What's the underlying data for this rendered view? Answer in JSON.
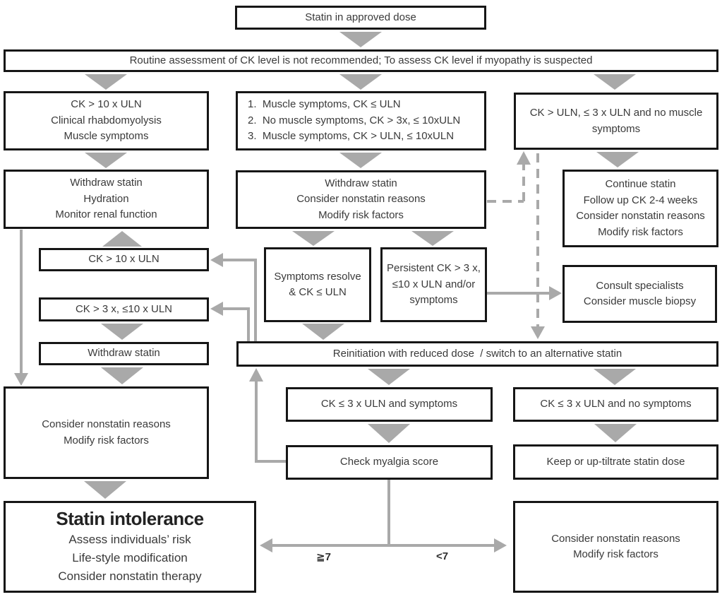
{
  "diagram": {
    "type": "flowchart",
    "topic": "Statin intolerance / CK level management algorithm"
  },
  "colors": {
    "arrow_gray": "#a9a9a9",
    "box_border": "#161616",
    "text": "#3a3a3a",
    "background": "#ffffff"
  },
  "nodes": {
    "statin_approved": {
      "text": "Statin in approved dose"
    },
    "routine_banner": {
      "text": "Routine assessment of CK level is not recommended; To assess CK level if myopathy is suspected"
    },
    "rhabdo": {
      "l1": "CK > 10 x ULN",
      "l2": "Clinical rhabdomyolysis",
      "l3": "Muscle symptoms"
    },
    "triage": {
      "l1": "1.  Muscle symptoms, CK ≤ ULN",
      "l2": "2.  No muscle symptoms, CK > 3x, ≤ 10xULN",
      "l3": "3.  Muscle symptoms, CK > ULN, ≤ 10xULN"
    },
    "ck_uln_no_muscle": {
      "text": "CK > ULN, ≤ 3 x ULN and no muscle symptoms"
    },
    "withdraw_hydration": {
      "l1": "Withdraw statin",
      "l2": "Hydration",
      "l3": "Monitor renal function"
    },
    "withdraw_consider": {
      "l1": "Withdraw statin",
      "l2": "Consider nonstatin reasons",
      "l3": "Modify risk factors"
    },
    "continue_statin": {
      "l1": "Continue statin",
      "l2": "Follow up CK 2-4 weeks",
      "l3": "Consider nonstatin reasons",
      "l4": "Modify risk factors"
    },
    "ck10": {
      "text": "CK > 10 x ULN"
    },
    "ck3_10": {
      "text": "CK > 3 x, ≤10 x ULN"
    },
    "withdraw_small": {
      "text": "Withdraw statin"
    },
    "symptoms_resolve": {
      "text": "Symptoms resolve & CK ≤ ULN"
    },
    "persistent_ck": {
      "text": "Persistent CK > 3 x, ≤10 x ULN and/or symptoms"
    },
    "consult": {
      "l1": "Consult specialists",
      "l2": "Consider muscle biopsy"
    },
    "reinitiation": {
      "text": "Reinitiation with reduced dose  / switch to an alternative statin"
    },
    "ck3_symptoms": {
      "text": "CK ≤ 3 x ULN and symptoms"
    },
    "ck3_no_symptoms": {
      "text": "CK ≤ 3 x ULN and no symptoms"
    },
    "myalgia": {
      "text": "Check myalgia score"
    },
    "keep_dose": {
      "text": "Keep or up-tiltrate statin dose"
    },
    "nonstatin_left": {
      "l1": "Consider nonstatin reasons",
      "l2": "Modify risk factors"
    },
    "intolerance": {
      "title": "Statin intolerance",
      "l1": "Assess individuals’ risk",
      "l2": "Life-style modification",
      "l3": "Consider nonstatin therapy"
    },
    "nonstatin_right": {
      "l1": "Consider nonstatin reasons",
      "l2": "Modify risk factors"
    }
  },
  "branch_labels": {
    "ge7": "≧7",
    "lt7": "<7"
  }
}
